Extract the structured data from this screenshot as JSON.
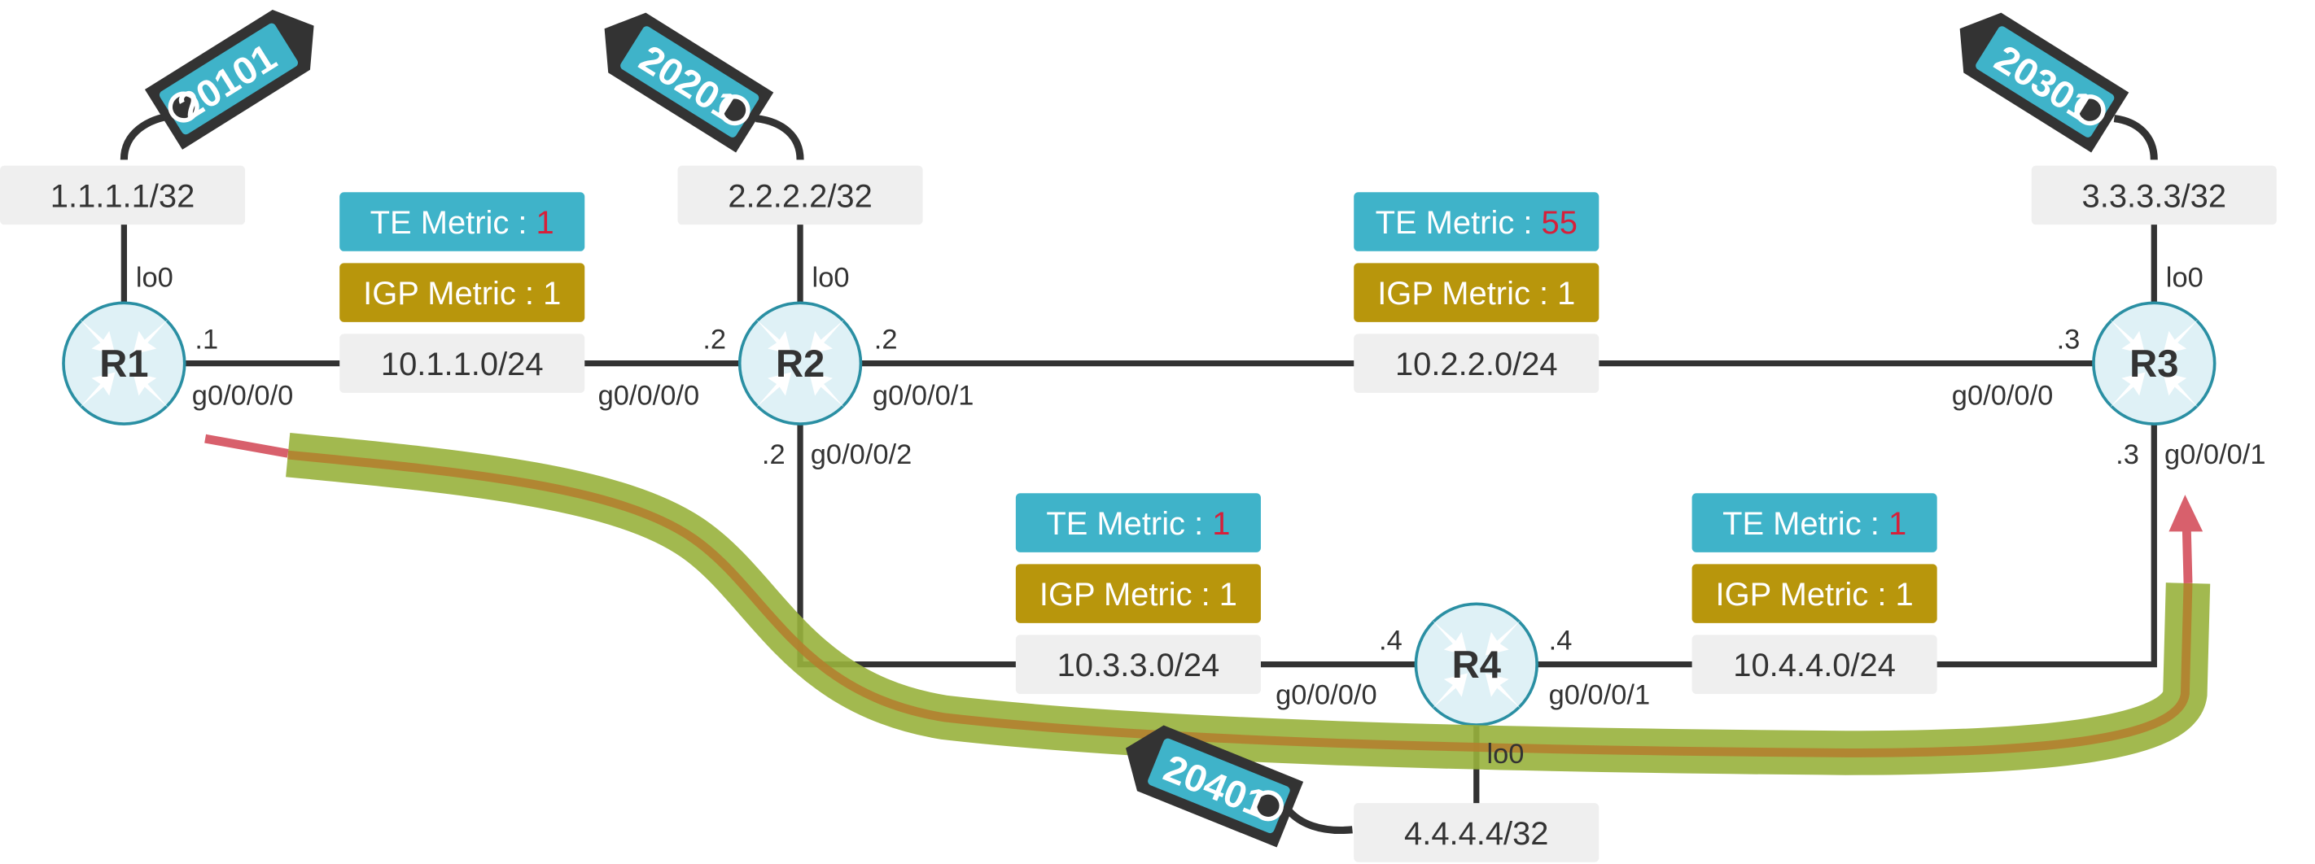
{
  "colors": {
    "te_box": "#3fb3c9",
    "igp_box": "#b8960c",
    "net_box": "#efefef",
    "metric_value": "#d6203a",
    "router_fill": "#dff1f6",
    "router_stroke": "#2a8fa3",
    "tag_body": "#333333",
    "tag_label": "#3fb3c9",
    "path_outer": "#98b13c",
    "path_inner": "#b2812f",
    "arrow": "#d8606c"
  },
  "routers": {
    "r1": {
      "name": "R1"
    },
    "r2": {
      "name": "R2"
    },
    "r3": {
      "name": "R3"
    },
    "r4": {
      "name": "R4"
    }
  },
  "loopbacks": {
    "r1": {
      "prefix": "1.1.1.1/32",
      "iface": "lo0",
      "sid": "20101"
    },
    "r2": {
      "prefix": "2.2.2.2/32",
      "iface": "lo0",
      "sid": "20201"
    },
    "r3": {
      "prefix": "3.3.3.3/32",
      "iface": "lo0",
      "sid": "20301"
    },
    "r4": {
      "prefix": "4.4.4.4/32",
      "iface": "lo0",
      "sid": "20401"
    }
  },
  "links": {
    "r1_r2": {
      "te_label": "TE Metric : ",
      "te_value": "1",
      "igp": "IGP Metric : 1",
      "network": "10.1.1.0/24",
      "a_iface": "g0/0/0/0",
      "a_host": ".1",
      "b_iface": "g0/0/0/0",
      "b_host": ".2"
    },
    "r2_r3": {
      "te_label": "TE Metric : ",
      "te_value": "55",
      "igp": "IGP Metric : 1",
      "network": "10.2.2.0/24",
      "a_iface": "g0/0/0/1",
      "a_host": ".2",
      "b_iface": "g0/0/0/0",
      "b_host": ".3"
    },
    "r2_r4": {
      "te_label": "TE Metric : ",
      "te_value": "1",
      "igp": "IGP Metric : 1",
      "network": "10.3.3.0/24",
      "a_iface": "g0/0/0/2",
      "a_host": ".2",
      "b_iface": "g0/0/0/0",
      "b_host": ".4"
    },
    "r4_r3": {
      "te_label": "TE Metric : ",
      "te_value": "1",
      "igp": "IGP Metric : 1",
      "network": "10.4.4.0/24",
      "a_iface": "g0/0/0/1",
      "a_host": ".4",
      "b_iface": "g0/0/0/1",
      "b_host": ".3"
    }
  }
}
